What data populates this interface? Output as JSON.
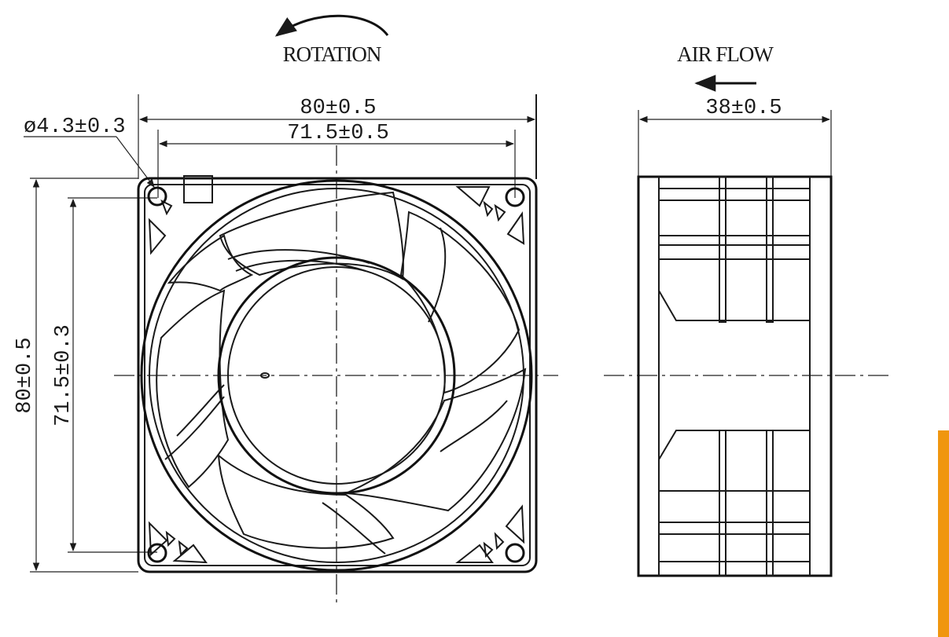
{
  "front_view": {
    "rotation_label": "ROTATION",
    "hole_dim": "ø4.3±0.3",
    "outer_width_dim": "80±0.5",
    "hole_pitch_width_dim": "71.5±0.5",
    "outer_height_dim": "80±0.5",
    "hole_pitch_height_dim": "71.5±0.3"
  },
  "side_view": {
    "airflow_label": "AIR FLOW",
    "depth_dim": "38±0.5"
  },
  "colors": {
    "line": "#1a1a1a",
    "accent": "#f0960f"
  }
}
